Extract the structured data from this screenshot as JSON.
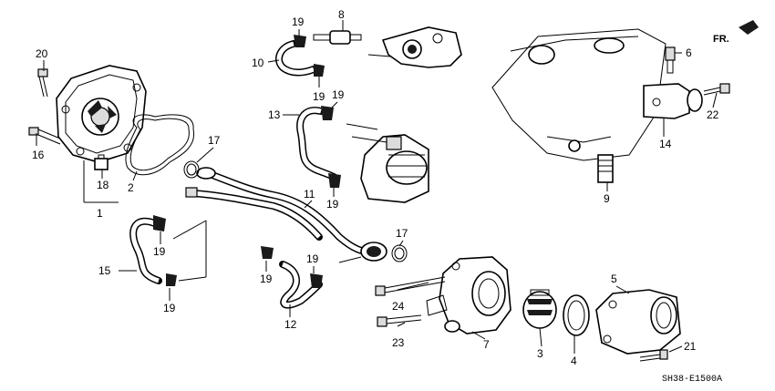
{
  "diagram": {
    "diagram_code": "SH38-E1500A",
    "direction_label": "FR.",
    "part_numbers": [
      "1",
      "2",
      "3",
      "4",
      "5",
      "6",
      "7",
      "8",
      "9",
      "10",
      "11",
      "12",
      "13",
      "14",
      "15",
      "16",
      "17",
      "17",
      "18",
      "19",
      "19",
      "19",
      "19",
      "19",
      "19",
      "19",
      "19",
      "20",
      "21",
      "22",
      "23",
      "24"
    ]
  }
}
